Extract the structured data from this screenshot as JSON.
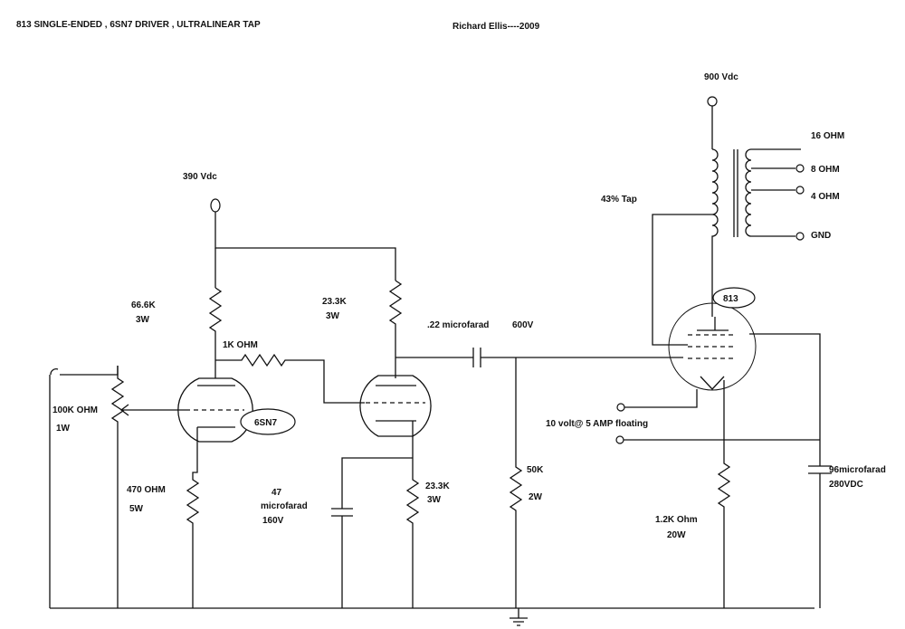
{
  "header": {
    "title": "813 SINGLE-ENDED , 6SN7 DRIVER , ULTRALINEAR TAP",
    "author": "Richard Ellis----2009"
  },
  "labels": {
    "v390": "390 Vdc",
    "v900": "900 Vdc",
    "r_66k_value": "66.6K",
    "r_66k_power": "3W",
    "r_23k_top_value": "23.3K",
    "r_23k_top_power": "3W",
    "r_1k": "1K OHM",
    "pot_value": "100K OHM",
    "pot_power": "1W",
    "tube_6sn7": "6SN7",
    "tube_813": "813",
    "r_470_value": "470 OHM",
    "r_470_power": "5W",
    "cap47_line1": "47",
    "cap47_line2": "microfarad",
    "cap47_line3": "160V",
    "r_23k_bot_value": "23.3K",
    "r_23k_bot_power": "3W",
    "coupling_cap_value": ".22 microfarad",
    "coupling_cap_voltage": "600V",
    "r_50k_value": "50K",
    "r_50k_power": "2W",
    "heater": "10 volt@ 5 AMP floating",
    "r_12k_value": "1.2K Ohm",
    "r_12k_power": "20W",
    "cap96_value": "96microfarad",
    "cap96_voltage": "280VDC",
    "tap": "43% Tap",
    "out_16": "16 OHM",
    "out_8": "8 OHM",
    "out_4": "4 OHM",
    "out_gnd": "GND"
  }
}
